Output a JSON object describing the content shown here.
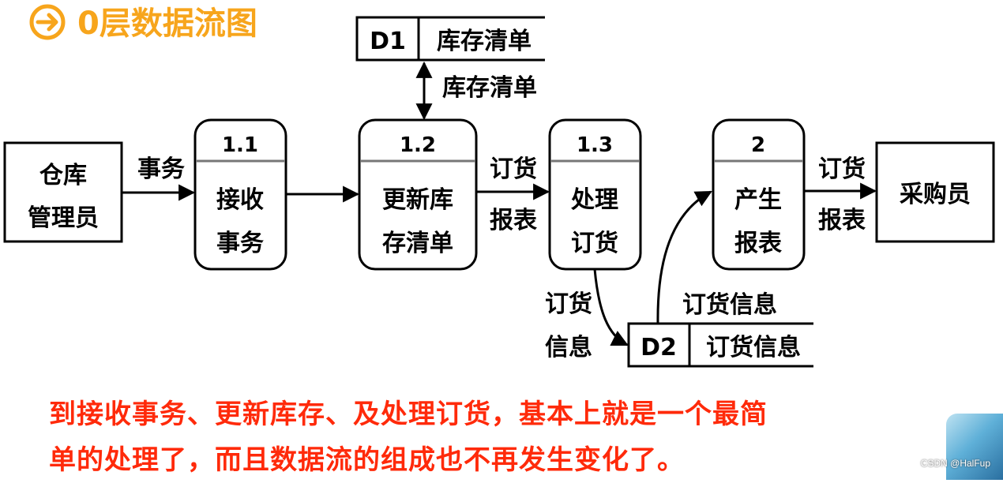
{
  "title": "0层数据流图",
  "colors": {
    "title": "#f7a51c",
    "caption": "#ff2a0a",
    "line": "#000000",
    "divider": "#777777"
  },
  "entities": {
    "warehouse_manager": [
      "仓库",
      "管理员"
    ],
    "purchaser": "采购员"
  },
  "processes": {
    "p11": {
      "id": "1.1",
      "name": [
        "接收",
        "事务"
      ]
    },
    "p12": {
      "id": "1.2",
      "name": [
        "更新库",
        "存清单"
      ]
    },
    "p13": {
      "id": "1.3",
      "name": [
        "处理",
        "订货"
      ]
    },
    "p2": {
      "id": "2",
      "name": [
        "产生",
        "报表"
      ]
    }
  },
  "stores": {
    "d1": {
      "id": "D1",
      "name": "库存清单"
    },
    "d2": {
      "id": "D2",
      "name": "订货信息"
    }
  },
  "flows": {
    "transaction": "事务",
    "inventory_list": "库存清单",
    "order_report_a": [
      "订货",
      "报表"
    ],
    "order_info_in": [
      "订货",
      "信息"
    ],
    "order_info_out": "订货信息",
    "order_report_b": [
      "订货",
      "报表"
    ]
  },
  "caption": [
    "到接收事务、更新库存、及处理订货，基本上就是一个最简",
    "单的处理了，而且数据流的组成也不再发生变化了。"
  ],
  "watermark": "CSDN @HalFup"
}
